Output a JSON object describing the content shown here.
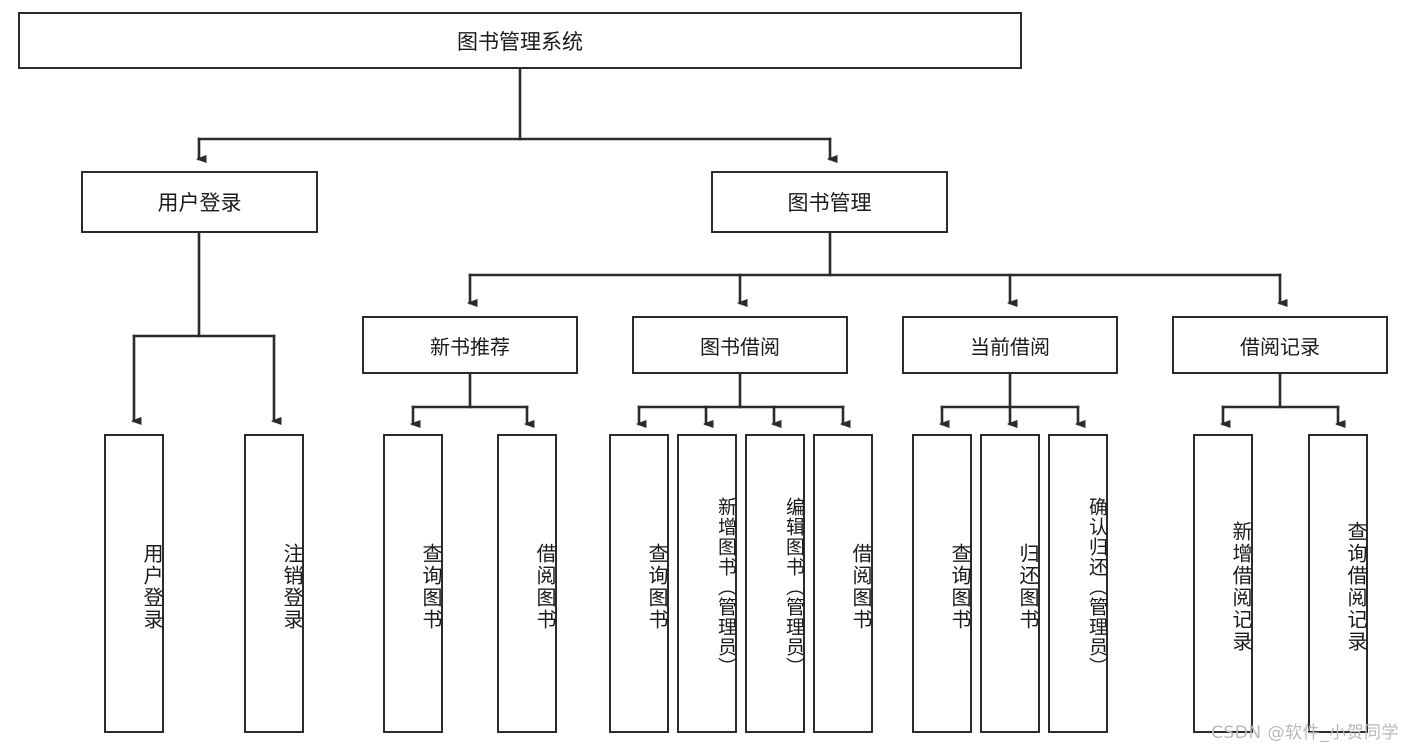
{
  "diagram": {
    "type": "tree-hierarchy-chart",
    "title": "图书管理系统",
    "root": {
      "id": "root",
      "label": "图书管理系统"
    },
    "level2": [
      {
        "id": "user-login",
        "label": "用户登录"
      },
      {
        "id": "book-management",
        "label": "图书管理"
      }
    ],
    "level3": [
      {
        "id": "new-book-recommend",
        "label": "新书推荐",
        "parent": "book-management"
      },
      {
        "id": "book-borrow",
        "label": "图书借阅",
        "parent": "book-management"
      },
      {
        "id": "current-borrow",
        "label": "当前借阅",
        "parent": "book-management"
      },
      {
        "id": "borrow-record",
        "label": "借阅记录",
        "parent": "book-management"
      }
    ],
    "leaves": [
      {
        "id": "leaf-user-login",
        "label": "用户登录",
        "parent": "user-login"
      },
      {
        "id": "leaf-logout",
        "label": "注销登录",
        "parent": "user-login"
      },
      {
        "id": "leaf-query-book-1",
        "label": "查询图书",
        "parent": "new-book-recommend"
      },
      {
        "id": "leaf-borrow-book-1",
        "label": "借阅图书",
        "parent": "new-book-recommend"
      },
      {
        "id": "leaf-query-book-2",
        "label": "查询图书",
        "parent": "book-borrow"
      },
      {
        "id": "leaf-add-book",
        "label": "新增图书（管理员）",
        "parent": "book-borrow"
      },
      {
        "id": "leaf-edit-book",
        "label": "编辑图书（管理员）",
        "parent": "book-borrow"
      },
      {
        "id": "leaf-borrow-book-2",
        "label": "借阅图书",
        "parent": "book-borrow"
      },
      {
        "id": "leaf-query-book-3",
        "label": "查询图书",
        "parent": "current-borrow"
      },
      {
        "id": "leaf-return-book",
        "label": "归还图书",
        "parent": "current-borrow"
      },
      {
        "id": "leaf-confirm-return",
        "label": "确认归还（管理员）",
        "parent": "current-borrow"
      },
      {
        "id": "leaf-add-record",
        "label": "新增借阅记录",
        "parent": "borrow-record"
      },
      {
        "id": "leaf-query-record",
        "label": "查询借阅记录",
        "parent": "borrow-record"
      }
    ],
    "colors": {
      "stroke": "#2b2b2b",
      "fill": "#ffffff",
      "text": "#1a1a1a",
      "watermark": "#b9b9b9"
    }
  },
  "watermark": {
    "text": "CSDN @软件_小贺同学"
  }
}
